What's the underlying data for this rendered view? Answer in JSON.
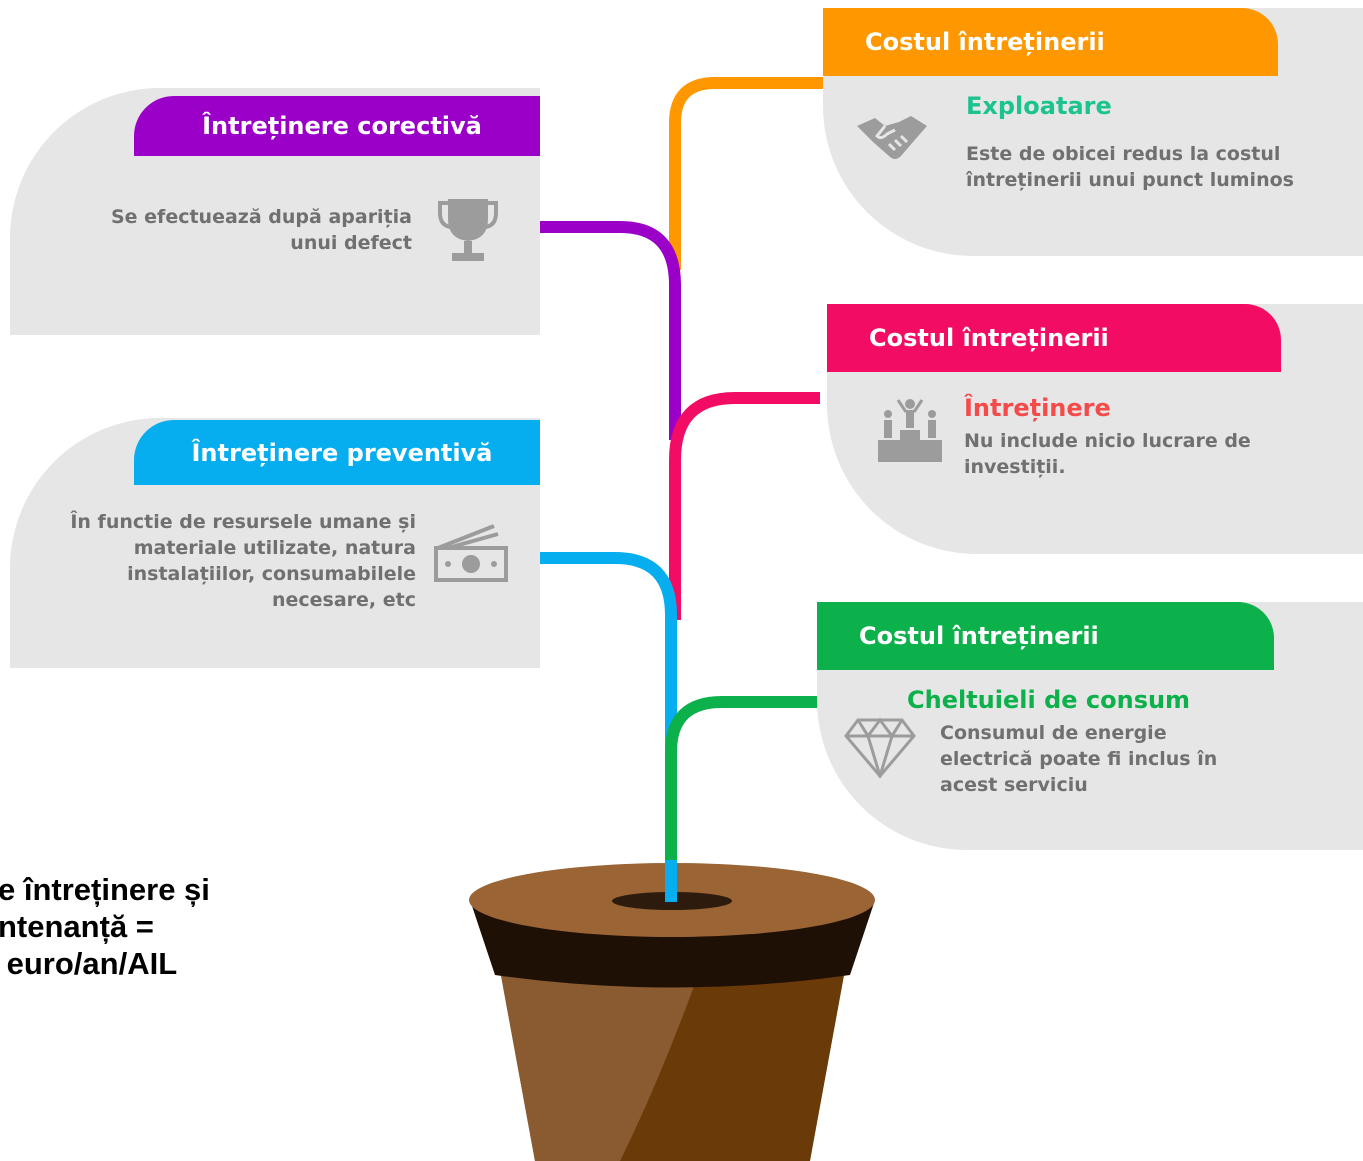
{
  "colors": {
    "purple": "#9a00c8",
    "blue": "#06aef0",
    "orange": "#ff9800",
    "pink": "#f20c63",
    "green": "#0db14b",
    "card_gray": "#e6e6e6",
    "body_gray": "#707070",
    "icon_gray": "#9c9c9c"
  },
  "left_cards": [
    {
      "title": "Întreținere corectivă",
      "text": "Se efectuează după apariția unui defect",
      "icon": "trophy-icon"
    },
    {
      "title": "Întreținere preventivă",
      "text": "În functie de resursele umane și materiale utilizate, natura instalațiilor, consumabilele necesare, etc",
      "icon": "money-icon"
    }
  ],
  "right_cards": [
    {
      "title": "Costul întreținerii",
      "subtitle": "Exploatare",
      "text": "Este de obicei redus la costul întreținerii unui punct luminos",
      "icon": "handshake-icon"
    },
    {
      "title": "Costul întreținerii",
      "subtitle": "Întreținere",
      "text": "Nu include nicio lucrare de investiții.",
      "icon": "podium-icon"
    },
    {
      "title": "Costul întreținerii",
      "subtitle": "Cheltuieli de consum",
      "text": "Consumul de energie electrică poate fi inclus în acest serviciu",
      "icon": "diamond-icon"
    }
  ],
  "summary": {
    "line1": "e întreținere și",
    "line2": "ntenanță =",
    "line3": " euro/an/AIL"
  }
}
